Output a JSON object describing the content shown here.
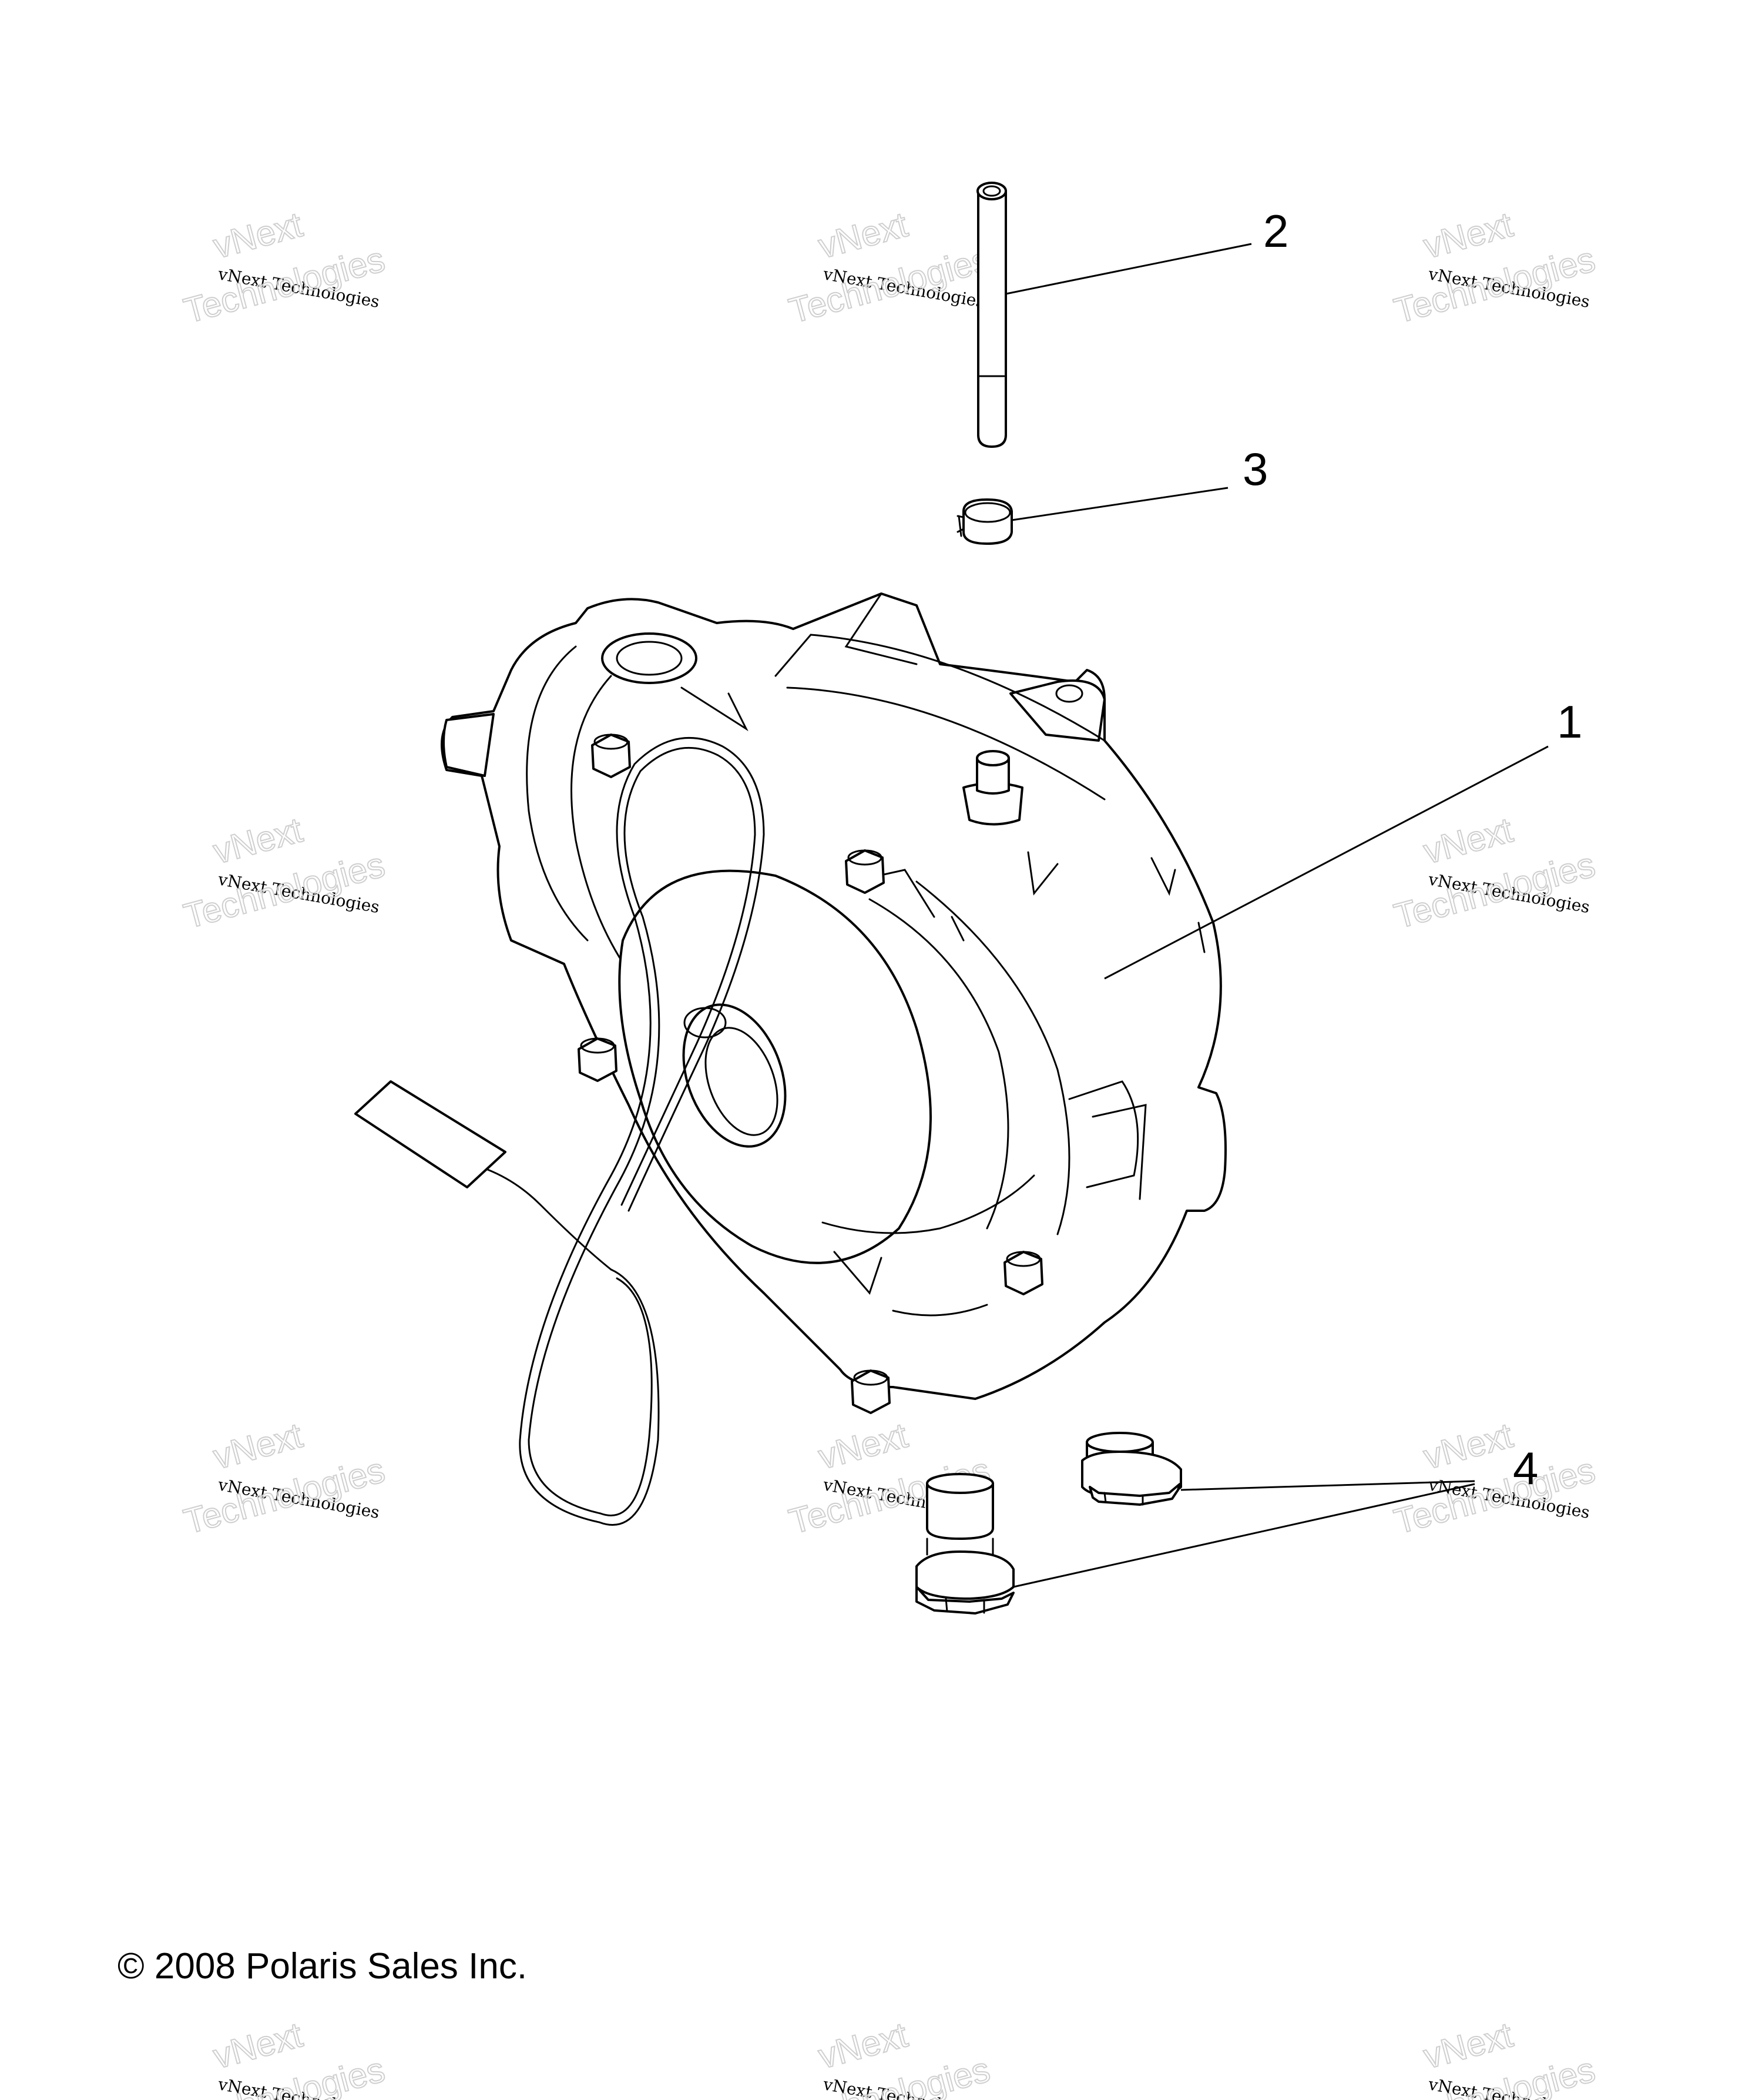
{
  "callouts": [
    {
      "id": "1",
      "label": "1"
    },
    {
      "id": "2",
      "label": "2"
    },
    {
      "id": "3",
      "label": "3"
    },
    {
      "id": "4",
      "label": "4"
    }
  ],
  "copyright": "© 2008 Polaris Sales Inc.",
  "watermark": {
    "line1": "vNext",
    "line2": "vNext Technologies",
    "line3": "Technologies"
  }
}
